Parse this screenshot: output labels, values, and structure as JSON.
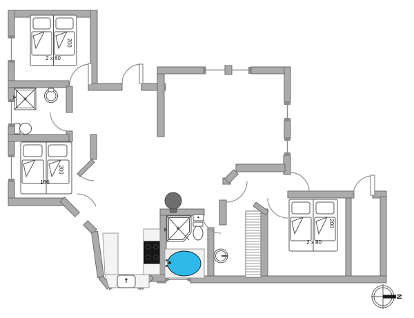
{
  "floorplan": {
    "type": "house-floor-plan",
    "compass": {
      "north_label": "N"
    },
    "colors": {
      "wall": "#ababab",
      "wall_edge": "#6b6b6b",
      "bathtub": "#2fb9ea",
      "stove": "#6f6f6f",
      "cooktop": "#161616",
      "counter": "#f4f4f4"
    },
    "rooms": {
      "bedroom_top_left": {
        "bed_width": "2 x 80",
        "bed_length": "200"
      },
      "bedroom_mid_left": {
        "bed_width": "160",
        "bed_length": "200"
      },
      "bedroom_bottom_right": {
        "bed_width": "2 x 80",
        "bed_length": "200"
      }
    },
    "fixtures": [
      "shower",
      "toilet",
      "washbasin",
      "bathtub",
      "wood-stove",
      "kitchen-sink",
      "cooktop",
      "stairs"
    ]
  }
}
